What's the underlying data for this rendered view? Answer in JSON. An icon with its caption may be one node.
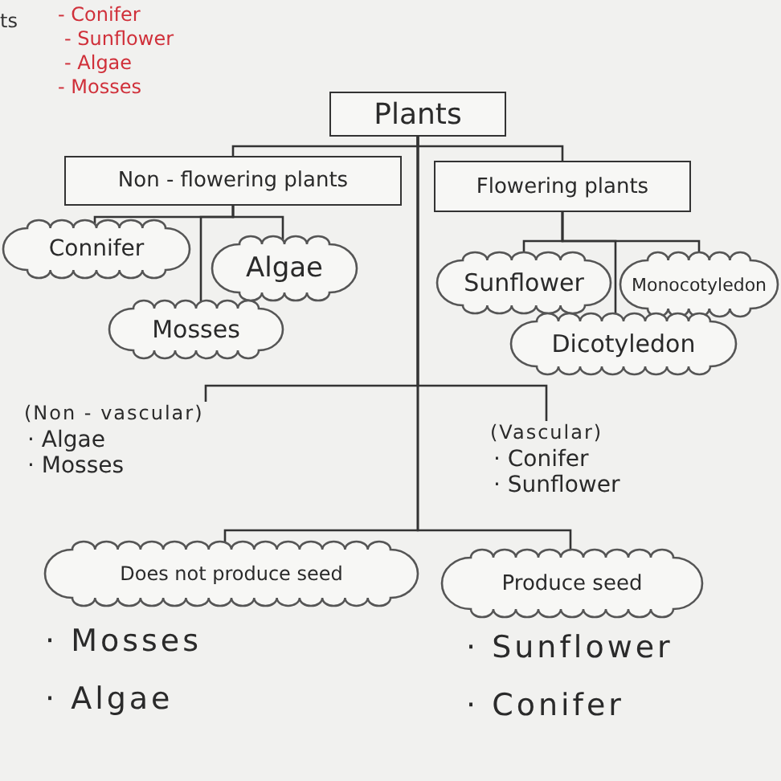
{
  "diagram": {
    "nodes": [
      {
        "text": [
          "Plants"
        ]
      },
      {
        "text": [
          "Non - flowering plants"
        ]
      },
      {
        "text": [
          "Flowering plants"
        ]
      },
      {
        "text": [
          "Connifer"
        ]
      },
      {
        "text": [
          "Algae"
        ]
      },
      {
        "text": [
          "Mosses"
        ]
      },
      {
        "text": [
          "Sunflower"
        ]
      },
      {
        "text": [
          "Monocotyledon"
        ]
      },
      {
        "text": [
          "Dicotyledon"
        ]
      },
      {
        "text": [
          "(Non - vascular)",
          "· Algae",
          "· Mosses"
        ]
      },
      {
        "text": [
          "(Vascular)",
          "· Conifer",
          "· Sunflower"
        ]
      },
      {
        "text": [
          "Does not produce seed"
        ],
        "beside": [
          "· Mosses",
          "· Algae"
        ]
      },
      {
        "text": [
          "Produce seed"
        ],
        "beside": [
          "· Sunflower",
          "· Conifer"
        ]
      }
    ],
    "edges": [
      {
        "from": 0,
        "to": 1,
        "arrow": "none"
      },
      {
        "from": 0,
        "to": 2,
        "arrow": "none"
      },
      {
        "from": 1,
        "to": 3,
        "arrow": "none"
      },
      {
        "from": 1,
        "to": 4,
        "arrow": "none"
      },
      {
        "from": 1,
        "to": 5,
        "arrow": "none"
      },
      {
        "from": 2,
        "to": 6,
        "arrow": "none"
      },
      {
        "from": 2,
        "to": 7,
        "arrow": "none"
      },
      {
        "from": 2,
        "to": 8,
        "arrow": "none"
      },
      {
        "from": 0,
        "to": 9,
        "arrow": "none"
      },
      {
        "from": 0,
        "to": 10,
        "arrow": "none"
      },
      {
        "from": 0,
        "to": 11,
        "arrow": "none"
      },
      {
        "from": 0,
        "to": 12,
        "arrow": "none"
      }
    ],
    "labels": [
      "ts",
      "- Conifer",
      "- Sunflower",
      "- Algae",
      "- Mosses"
    ]
  }
}
